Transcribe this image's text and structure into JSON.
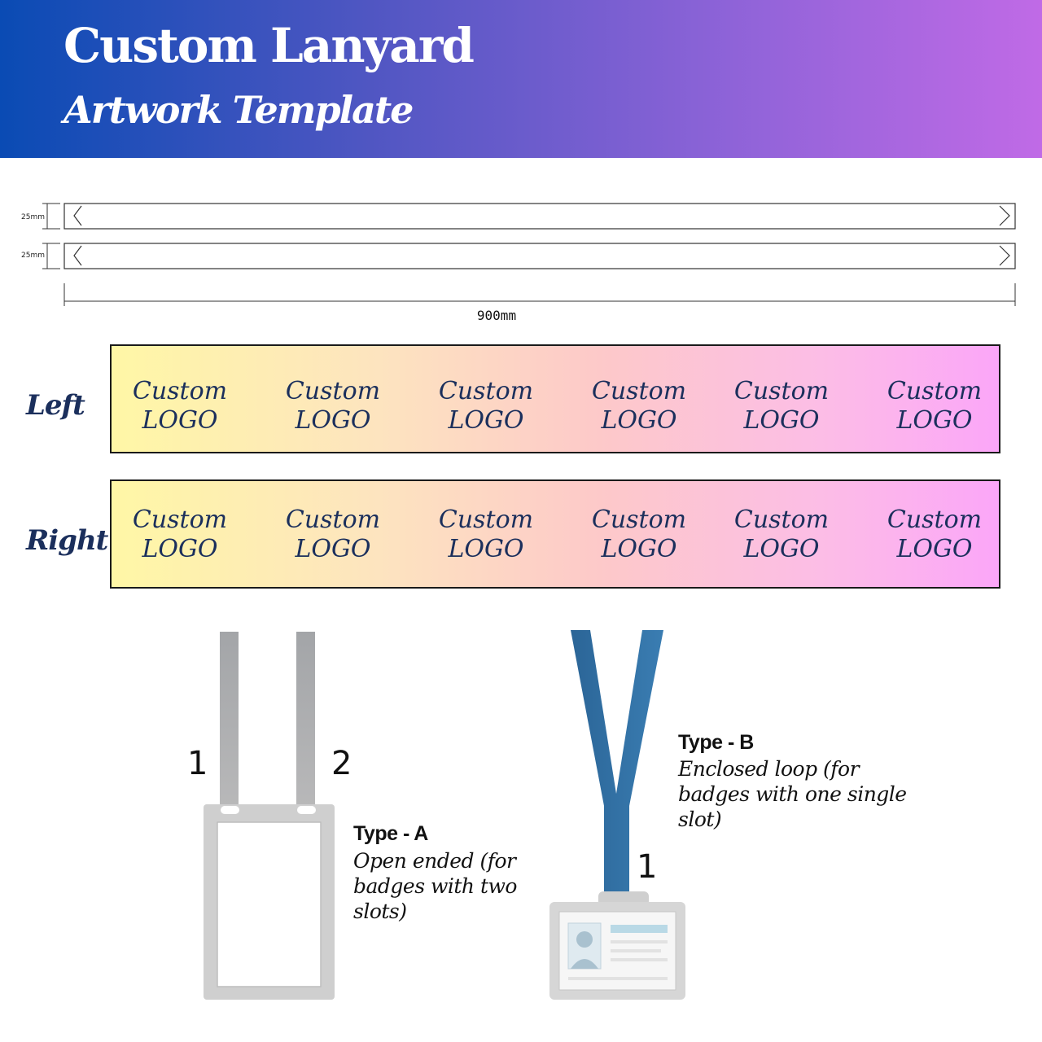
{
  "header": {
    "title": "Custom Lanyard",
    "subtitle": "Artwork Template"
  },
  "spec": {
    "width_label_top": "25mm",
    "width_label_bottom": "25mm",
    "length_label": "900mm"
  },
  "strips": {
    "left": {
      "label": "Left",
      "logos": [
        {
          "line1": "Custom",
          "line2": "LOGO"
        },
        {
          "line1": "Custom",
          "line2": "LOGO"
        },
        {
          "line1": "Custom",
          "line2": "LOGO"
        },
        {
          "line1": "Custom",
          "line2": "LOGO"
        },
        {
          "line1": "Custom",
          "line2": "LOGO"
        },
        {
          "line1": "Custom",
          "line2": "LOGO"
        }
      ]
    },
    "right": {
      "label": "Right",
      "logos": [
        {
          "line1": "Custom",
          "line2": "LOGO"
        },
        {
          "line1": "Custom",
          "line2": "LOGO"
        },
        {
          "line1": "Custom",
          "line2": "LOGO"
        },
        {
          "line1": "Custom",
          "line2": "LOGO"
        },
        {
          "line1": "Custom",
          "line2": "LOGO"
        },
        {
          "line1": "Custom",
          "line2": "LOGO"
        }
      ]
    }
  },
  "type_a": {
    "title": "Type - A",
    "desc_line1": "Open ended (for",
    "desc_line2": "badges with two",
    "desc_line3": "slots)",
    "num1": "1",
    "num2": "2"
  },
  "type_b": {
    "title": "Type - B",
    "desc_line1": "Enclosed loop (for",
    "desc_line2": "badges with one single",
    "desc_line3": "slot)",
    "num1": "1"
  },
  "colors": {
    "header_start": "#0a4bb4",
    "header_end": "#c06ae6",
    "text_navy": "#1b2f5c",
    "strap_blue": "#2f6e9f",
    "strap_grey": "#a9a9ab"
  }
}
